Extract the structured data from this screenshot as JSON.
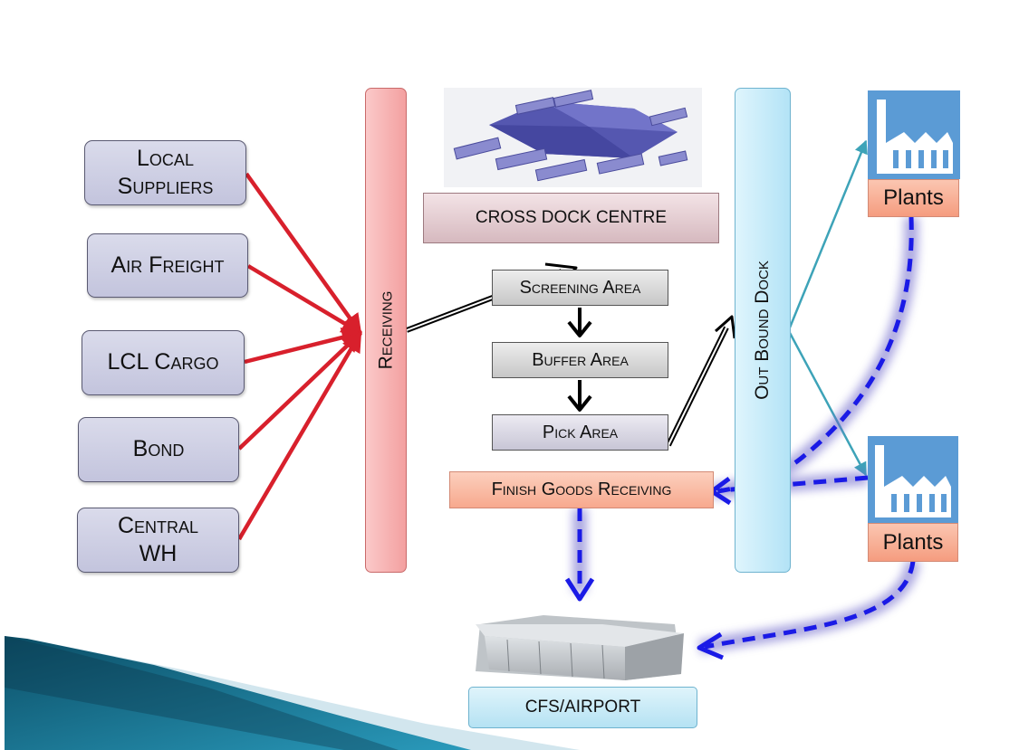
{
  "sources": [
    {
      "name": "local-suppliers",
      "lines": [
        "Local",
        "Suppliers"
      ]
    },
    {
      "name": "air-freight",
      "lines": [
        "Air Freight"
      ]
    },
    {
      "name": "lcl-cargo",
      "lines": [
        "LCL Cargo"
      ]
    },
    {
      "name": "bond",
      "lines": [
        "Bond"
      ]
    },
    {
      "name": "central-wh",
      "lines": [
        "Central",
        "WH"
      ]
    }
  ],
  "receiving_label": "Receiving",
  "cross_dock_label": "CROSS DOCK CENTRE",
  "stages": {
    "screening": "Screening Area",
    "buffer": "Buffer Area",
    "pick": "Pick Area"
  },
  "finish_goods_label": "Finish Goods Receiving",
  "outbound_label": "Out Bound Dock",
  "plants_top_label": "Plants",
  "plants_bottom_label": "Plants",
  "cfs_label": "CFS/AIRPORT",
  "colors": {
    "red_arrow": "#d8202c",
    "teal_arrow": "#3da3b8",
    "blue_dashed": "#1a1ae6",
    "factory_blue": "#5b9bd5",
    "receiving_bar": "#f7a8a8",
    "outbound_bar": "#c6ecfa"
  }
}
